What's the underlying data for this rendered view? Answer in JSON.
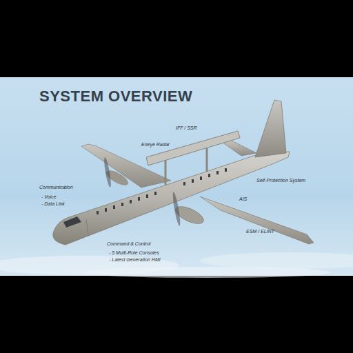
{
  "diagram": {
    "title": "SYSTEM OVERVIEW",
    "labels": [
      "IFF / SSR",
      "Erieye Radar",
      "Self-Protection System",
      "Communication",
      "- Voice",
      "- Data Link",
      "AIS",
      "ESM / ELINT",
      "Command & Control",
      "- 5 Multi-Role Consoles",
      "- Latest Generation HMI"
    ]
  }
}
